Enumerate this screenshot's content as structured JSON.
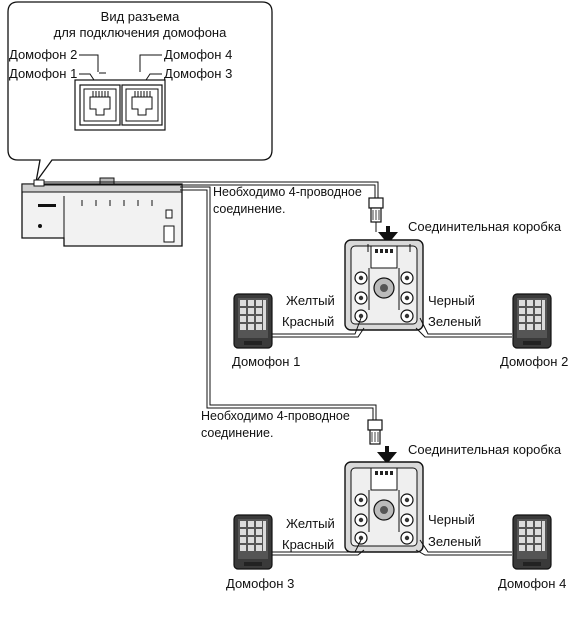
{
  "callout": {
    "title_line1": "Вид разъема",
    "title_line2": "для подключения домофона",
    "port_left_top": "Домофон 2",
    "port_left_bottom": "Домофон 1",
    "port_right_top": "Домофон 4",
    "port_right_bottom": "Домофон 3"
  },
  "connection_blocks": [
    {
      "note_line1": "Необходимо 4-проводное",
      "note_line2": "соединение.",
      "junction_label": "Соединительная коробка",
      "wire_yellow": "Желтый",
      "wire_red": "Красный",
      "wire_black": "Черный",
      "wire_green": "Зеленый",
      "doorphone_left": "Домофон 1",
      "doorphone_right": "Домофон 2"
    },
    {
      "note_line1": "Необходимо 4-проводное",
      "note_line2": "соединение.",
      "junction_label": "Соединительная коробка",
      "wire_yellow": "Желтый",
      "wire_red": "Красный",
      "wire_black": "Черный",
      "wire_green": "Зеленый",
      "doorphone_left": "Домофон 3",
      "doorphone_right": "Домофон 4"
    }
  ],
  "colors": {
    "line": "#111111",
    "box_fill": "#d8d8d8",
    "keypad_fill": "#4a4a4a",
    "key_fill": "#dcdcdc"
  }
}
